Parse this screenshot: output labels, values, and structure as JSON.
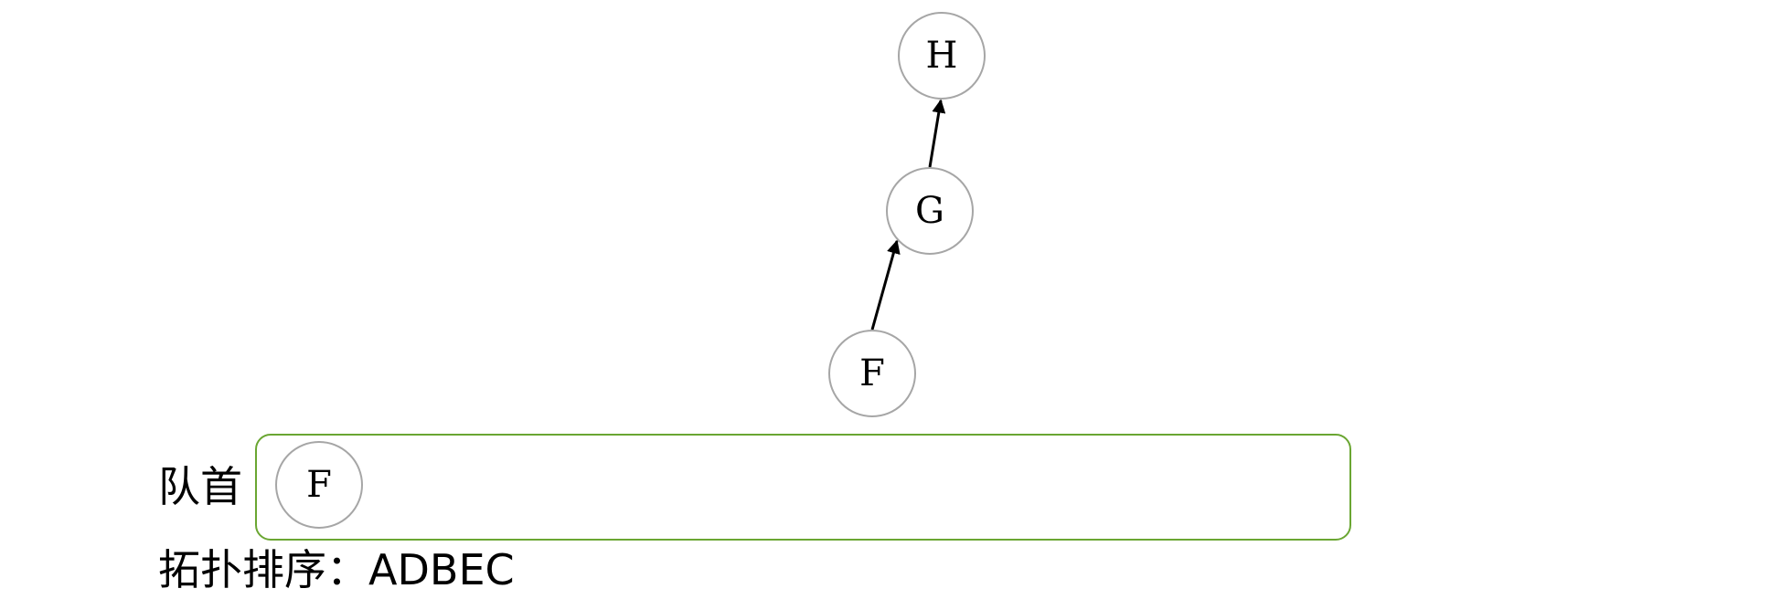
{
  "graph": {
    "nodes": [
      {
        "id": "H",
        "label": "H"
      },
      {
        "id": "G",
        "label": "G"
      },
      {
        "id": "F",
        "label": "F"
      }
    ],
    "edges": [
      {
        "from": "G",
        "to": "H"
      },
      {
        "from": "F",
        "to": "G"
      }
    ]
  },
  "queue": {
    "label": "队首",
    "items": [
      {
        "label": "F"
      }
    ]
  },
  "topo": {
    "prefix": "拓扑排序：",
    "order": "ADBEC"
  },
  "colors": {
    "node_stroke": "#a6a6a6",
    "queue_border": "#6aa632",
    "edge": "#000000"
  }
}
